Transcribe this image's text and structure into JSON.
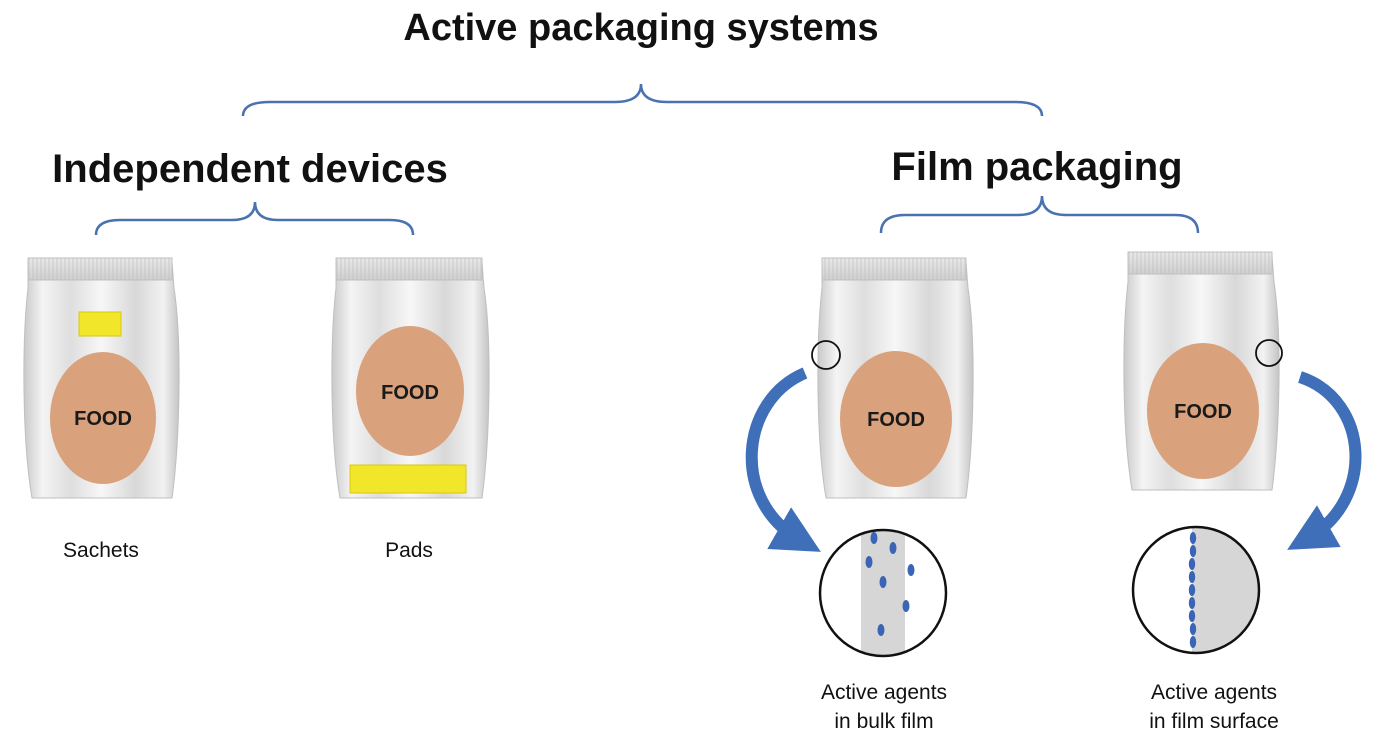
{
  "title": "Active packaging systems",
  "groups": {
    "independent": {
      "label": "Independent devices"
    },
    "film": {
      "label": "Film packaging"
    }
  },
  "bags": {
    "sachets": {
      "food": "FOOD",
      "caption": "Sachets"
    },
    "pads": {
      "food": "FOOD",
      "caption": "Pads"
    },
    "bulk": {
      "food": "FOOD",
      "caption_line1": "Active agents",
      "caption_line2": "in bulk film"
    },
    "surface": {
      "food": "FOOD",
      "caption_line1": "Active agents",
      "caption_line2": "in film surface"
    }
  },
  "colors": {
    "brace": "#4a72b0",
    "arrow": "#3f6fb9",
    "food": "#d9a27c",
    "insert": "#f2e62a",
    "film": "#d6d6d6",
    "agent_dot": "#3a64b6"
  }
}
